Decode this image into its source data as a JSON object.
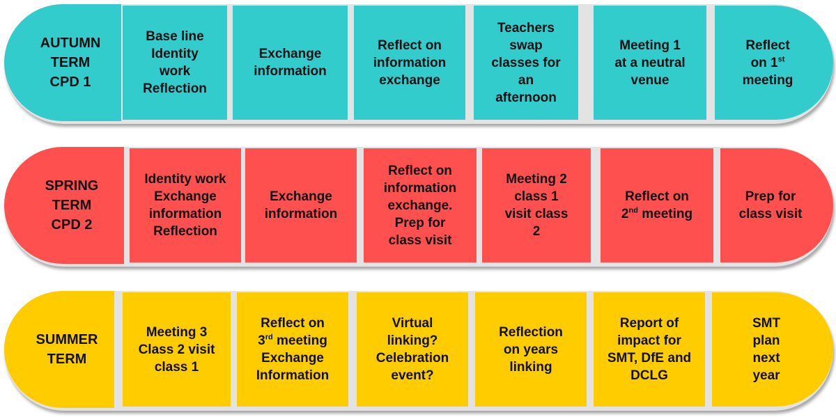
{
  "rows": [
    {
      "color": "#33cccc",
      "title": "AUTUMN\nTERM\nCPD 1",
      "cells": [
        {
          "text": "Base line\nIdentity\nwork\nReflection"
        },
        {
          "text": "Exchange\ninformation"
        },
        {
          "text": "Reflect on\ninformation\nexchange"
        },
        {
          "text": "Teachers\nswap\nclasses for\nan\nafternoon"
        },
        {
          "text": "Meeting 1\nat a neutral\nvenue"
        },
        {
          "text": "Reflect\non 1",
          "sup": "st",
          "after": "\nmeeting"
        }
      ]
    },
    {
      "color": "#ff5050",
      "title": "SPRING\nTERM\nCPD 2",
      "cells": [
        {
          "text": "Identity work\nExchange\ninformation\nReflection"
        },
        {
          "text": "Exchange\ninformation"
        },
        {
          "text": "Reflect on\ninformation\nexchange.\nPrep for\nclass visit"
        },
        {
          "text": "Meeting 2\nclass  1\nvisit class\n2"
        },
        {
          "text": "Reflect on\n2",
          "sup": "nd",
          "after": " meeting"
        },
        {
          "text": "Prep for\nclass visit"
        }
      ]
    },
    {
      "color": "#ffcc00",
      "title": "SUMMER\nTERM",
      "cells": [
        {
          "text": "Meeting 3\nClass 2 visit\nclass 1"
        },
        {
          "text": "Reflect on\n3",
          "sup": "rd",
          "after": " meeting\nExchange\nInformation"
        },
        {
          "text": "Virtual\nlinking?\nCelebration\nevent?"
        },
        {
          "text": "Reflection\non years\nlinking"
        },
        {
          "text": "Report of\nimpact for\nSMT, DfE and\nDCLG"
        },
        {
          "text": "SMT\nplan\nnext\nyear"
        }
      ]
    }
  ]
}
